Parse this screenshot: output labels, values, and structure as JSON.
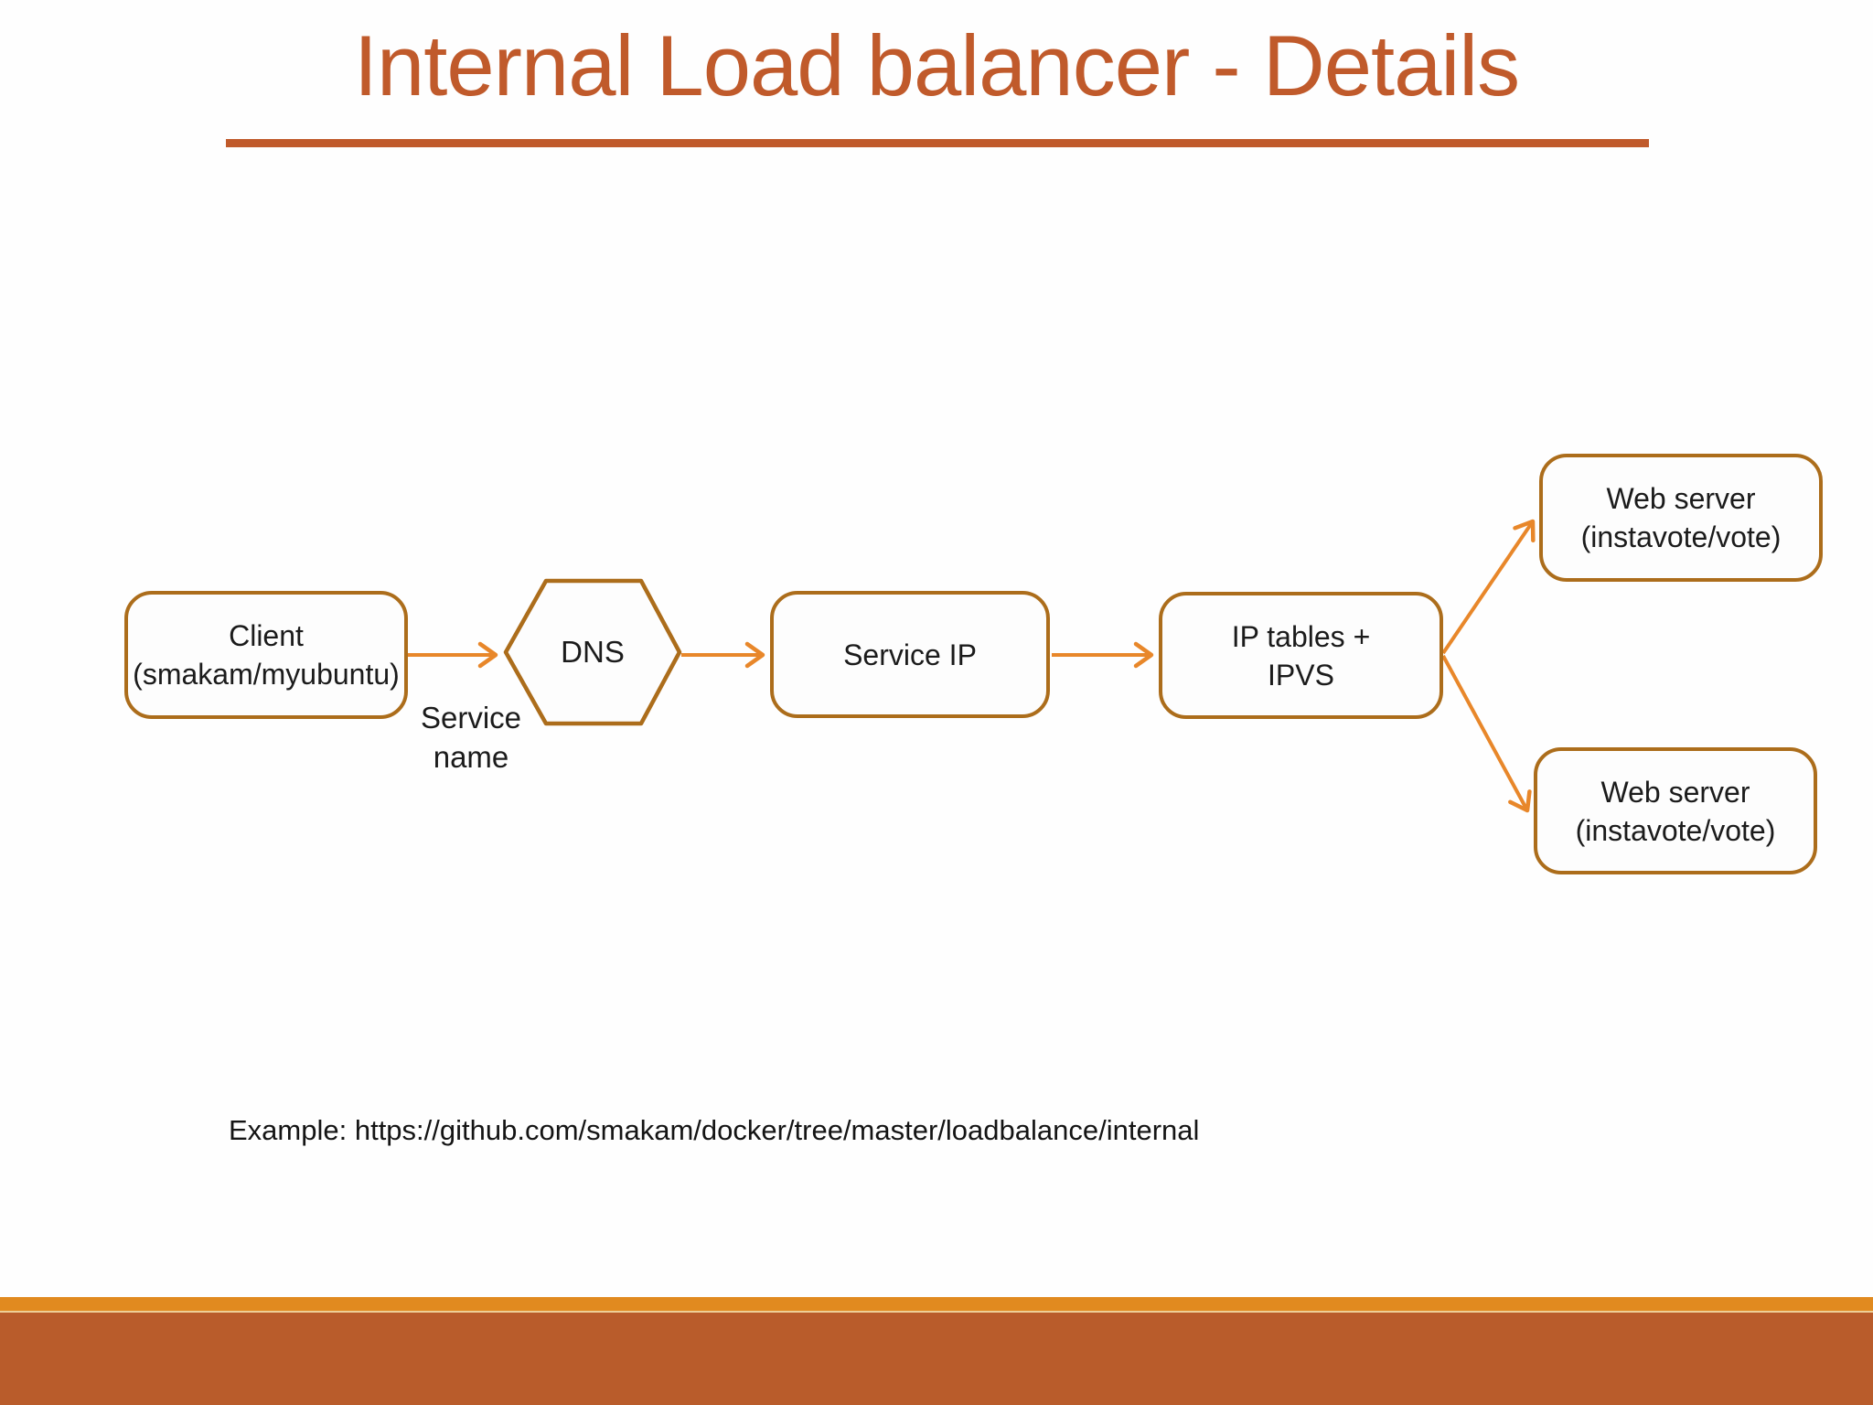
{
  "slide": {
    "title": "Internal Load balancer - Details",
    "footer_example": "Example: https://github.com/smakam/docker/tree/master/loadbalance/internal"
  },
  "diagram": {
    "nodes": {
      "client": {
        "line1": "Client",
        "line2": "(smakam/myubuntu)"
      },
      "dns": {
        "label": "DNS"
      },
      "service_ip": {
        "label": "Service IP"
      },
      "iptables": {
        "line1": "IP tables +",
        "line2": "IPVS"
      },
      "web_server_top": {
        "line1": "Web server",
        "line2": "(instavote/vote)"
      },
      "web_server_bottom": {
        "line1": "Web server",
        "line2": "(instavote/vote)"
      }
    },
    "edge_label": {
      "line1": "Service",
      "line2": "name"
    }
  },
  "colors": {
    "title_text": "#c05a2b",
    "title_underline": "#c05a2b",
    "shape_border": "#ac6d1b",
    "arrow": "#e8872a",
    "node_text": "#1b1b1b",
    "footer_top_bar": "#e18a1f",
    "footer_band": "#b95c2b",
    "background": "#fefefe"
  }
}
